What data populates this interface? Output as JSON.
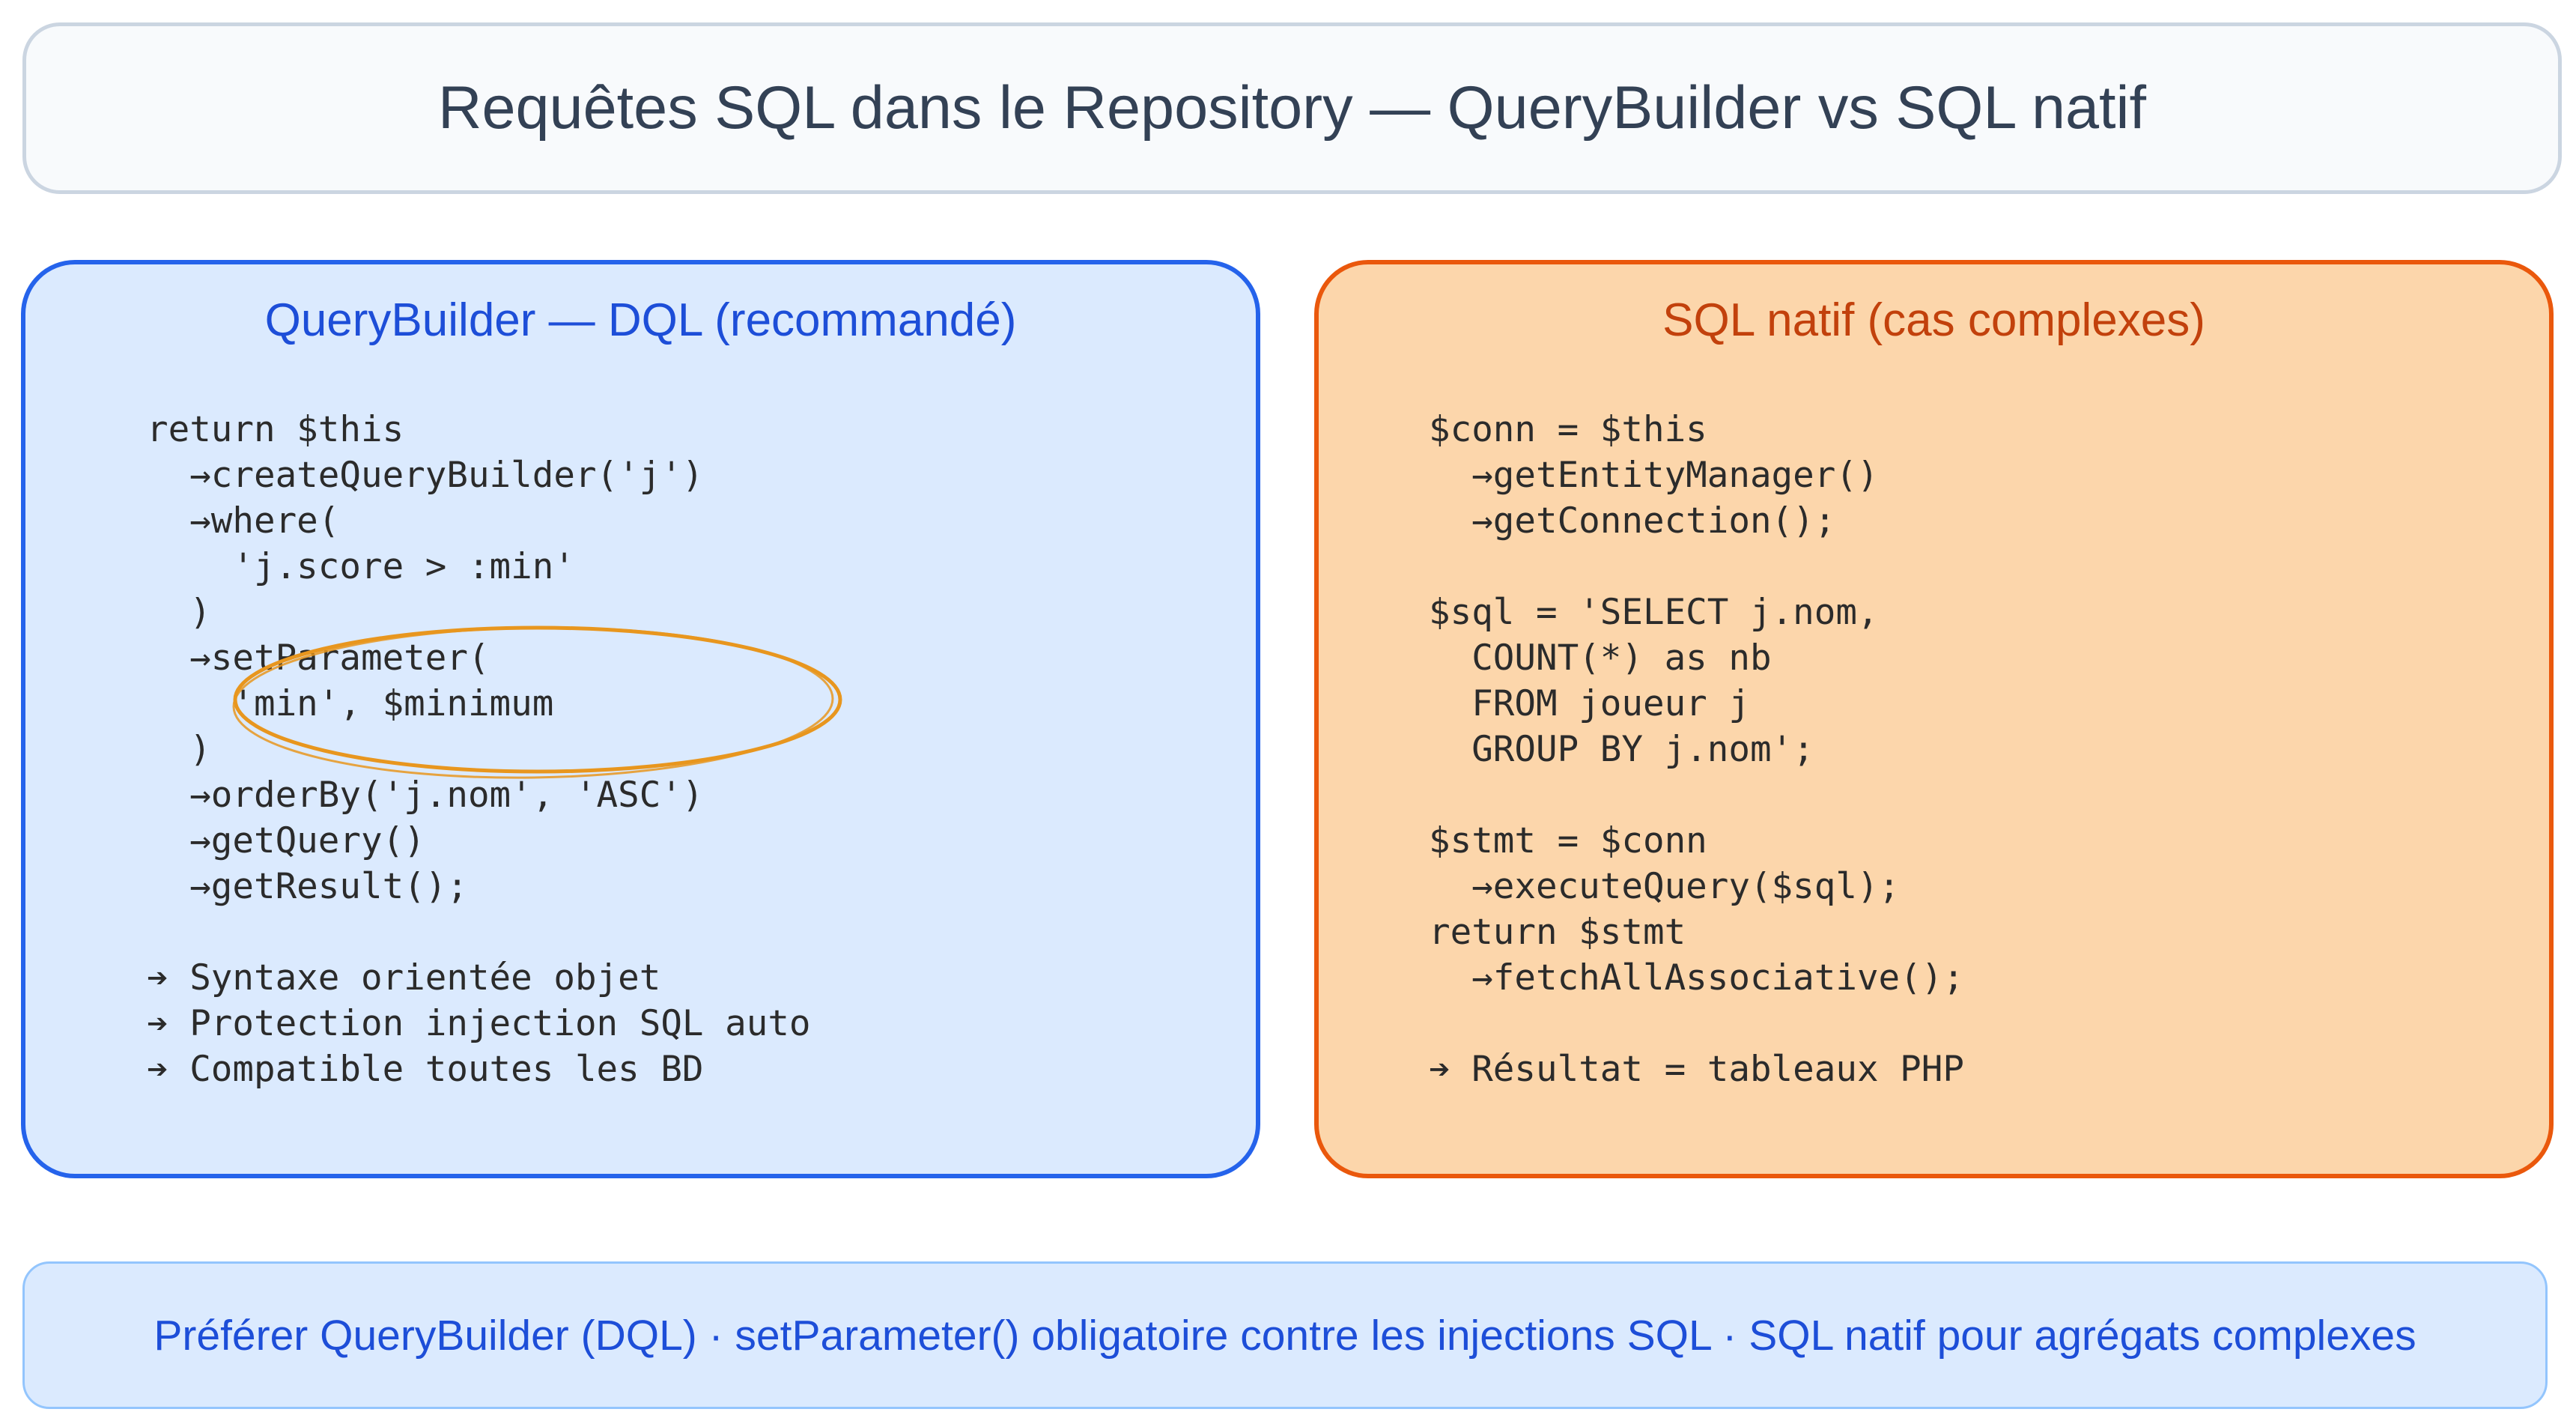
{
  "title": "Requêtes SQL dans le Repository — QueryBuilder vs SQL natif",
  "left_panel": {
    "heading": "QueryBuilder — DQL (recommandé)",
    "lines": [
      "return $this",
      "  →createQueryBuilder('j')",
      "  →where(",
      "    'j.score > :min'",
      "  )",
      "  →setParameter(",
      "    'min', $minimum",
      "  )",
      "  →orderBy('j.nom', 'ASC')",
      "  →getQuery()",
      "  →getResult();",
      "",
      "➔ Syntaxe orientée objet",
      "➔ Protection injection SQL auto",
      "➔ Compatible toutes les BD"
    ],
    "accent_color": "#2563eb",
    "background_color": "#dbeafe"
  },
  "right_panel": {
    "heading": "SQL natif (cas complexes)",
    "lines": [
      "$conn = $this",
      "  →getEntityManager()",
      "  →getConnection();",
      "",
      "$sql = 'SELECT j.nom,",
      "  COUNT(*) as nb",
      "  FROM joueur j",
      "  GROUP BY j.nom';",
      "",
      "$stmt = $conn",
      "  →executeQuery($sql);",
      "return $stmt",
      "  →fetchAllAssociative();",
      "",
      "➔ Résultat = tableaux PHP"
    ],
    "accent_color": "#ea580c",
    "background_color": "#fcd6ab"
  },
  "footer": "Préférer QueryBuilder (DQL) · setParameter() obligatoire contre les injections SQL · SQL natif pour agrégats complexes",
  "highlight": {
    "target": "setParameter block",
    "color": "#e8961e"
  }
}
